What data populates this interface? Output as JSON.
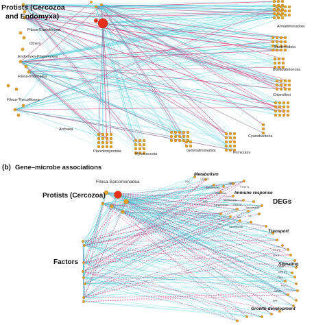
{
  "panel_a": {
    "protists_group_line1": "Protists (Cercozoa",
    "protists_group_line2": "and Endomyxa)",
    "protist_labels": [
      "Filosa-Granofilosea",
      "Others",
      "Endomyxa-Phytomyxea",
      "Filosa-Imbricatea",
      "Filosa-Thecofilosea"
    ],
    "microbe_labels": [
      "Armatimonadota",
      "Bacteroidota",
      "Bdellovibrionota",
      "Chloroflexi",
      "Cyanobacteria",
      "Firmicutes",
      "Gemmatimonadota",
      "Myxococcota",
      "Planctomycetota",
      "Archaea"
    ]
  },
  "panel_b": {
    "tag": "(b)",
    "title": "Gene–microbe associations",
    "protists_label": "Protists (Cercozoa)",
    "protist_subgroup": "Filosa-Sarcomonadea",
    "factors_label": "Factors",
    "degs_label": "DEGs",
    "deg_categories": [
      "Metabolism",
      "Immune response",
      "Transport",
      "Signaling",
      "Growth development"
    ],
    "node_labels": [
      "Metabolism",
      "NAC",
      "GSS 33",
      "Sarcomonad",
      "Allapsidae",
      "Pab 2",
      "FTRET1",
      "NS2",
      "Sarcomonad",
      "Melhsomber",
      "GSS 93",
      "Sarcomonad",
      "Mo",
      "Cp",
      "Ns",
      "Sarcomonad",
      "LRR PK",
      "LTP 5",
      "CaMK",
      "LRR PK",
      "CRL4",
      "Pux 1",
      "WRKY",
      "ERF"
    ]
  },
  "colors": {
    "positive_edge": "#3ec8d8",
    "negative_edge": "#d13a7a",
    "node": "#e3a12a",
    "node_stroke": "#9a6a12",
    "hub": "#e5301b"
  }
}
